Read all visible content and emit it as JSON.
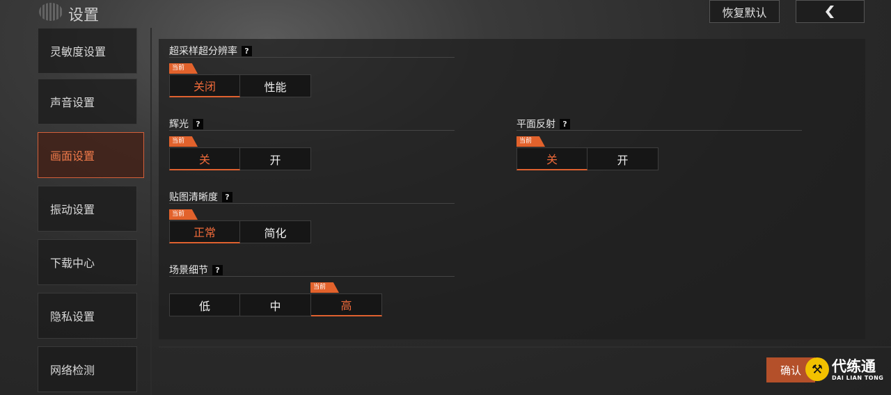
{
  "header": {
    "title": "设置",
    "restore_default_label": "恢复默认",
    "back_icon": "chevron-left-icon"
  },
  "sidebar": {
    "items": [
      {
        "label": "灵敏度设置",
        "active": false
      },
      {
        "label": "声音设置",
        "active": false
      },
      {
        "label": "画面设置",
        "active": true
      },
      {
        "label": "振动设置",
        "active": false
      },
      {
        "label": "下载中心",
        "active": false
      },
      {
        "label": "隐私设置",
        "active": false
      },
      {
        "label": "网络检测",
        "active": false
      }
    ]
  },
  "current_tag": "当前",
  "help_glyph": "?",
  "settings": {
    "supersampling": {
      "label": "超采样超分辨率",
      "options": [
        "关闭",
        "性能"
      ],
      "selected": "关闭"
    },
    "bloom": {
      "label": "辉光",
      "options": [
        "关",
        "开"
      ],
      "selected": "关"
    },
    "planar_reflection": {
      "label": "平面反射",
      "options": [
        "关",
        "开"
      ],
      "selected": "关"
    },
    "texture_quality": {
      "label": "贴图清晰度",
      "options": [
        "正常",
        "简化"
      ],
      "selected": "正常"
    },
    "scene_detail": {
      "label": "场景细节",
      "options": [
        "低",
        "中",
        "高"
      ],
      "selected": "高"
    }
  },
  "footer": {
    "confirm_label": "确认"
  },
  "watermark_brand": {
    "name": "代练通",
    "sub": "DAI LIAN TONG"
  },
  "colors": {
    "accent": "#e2622c",
    "accent_text": "#ef6a3a"
  }
}
